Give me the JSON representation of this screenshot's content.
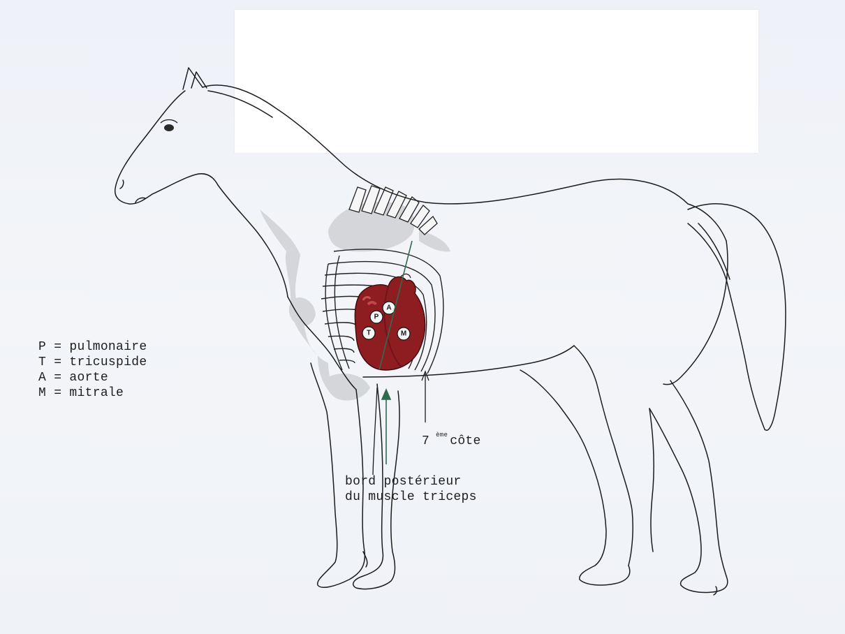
{
  "legend": [
    "P = pulmonaire",
    "T = tricuspide",
    "A = aorte",
    "M = mitrale"
  ],
  "labels": {
    "rib_prefix": "7",
    "rib_superscript": "ème",
    "rib_suffix": "côte",
    "triceps_line1": "bord postérieur",
    "triceps_line2": "du muscle triceps"
  },
  "valves": {
    "pulmonary": "P",
    "aortic": "A",
    "tricuspid": "T",
    "mitral": "M"
  },
  "colors": {
    "heart": "#8e1d22",
    "heart_shadow": "#6e1418",
    "outline": "#1c1c1c",
    "green_arrow": "#2f6b4f",
    "shading": "#c7c9cd"
  }
}
